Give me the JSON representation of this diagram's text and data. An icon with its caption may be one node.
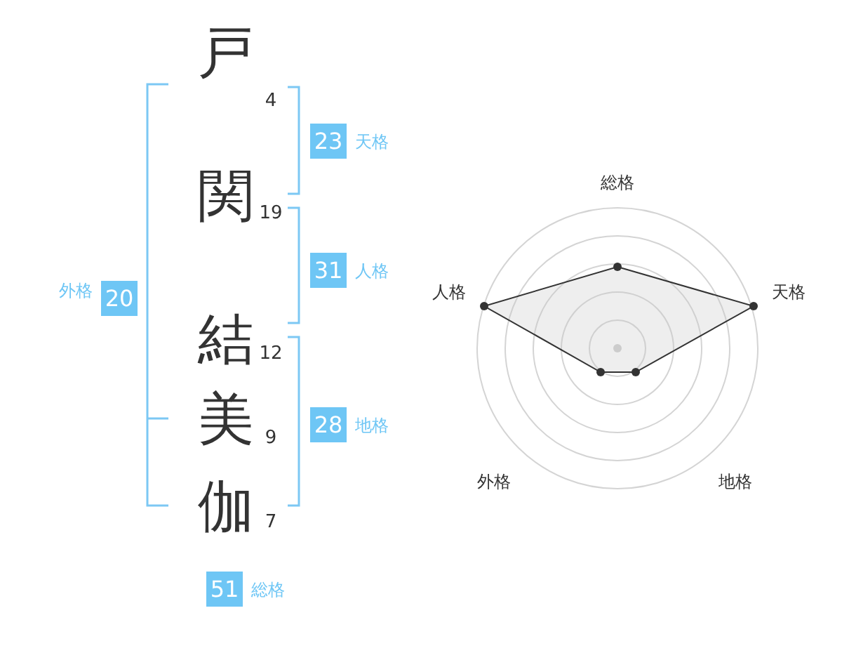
{
  "diagram": {
    "nodes": [
      {
        "text": [
          "23"
        ],
        "beside": [
          "天格"
        ]
      },
      {
        "text": [
          "31"
        ],
        "beside": [
          "人格"
        ]
      },
      {
        "text": [
          "20"
        ],
        "beside": [
          "外格"
        ]
      },
      {
        "text": [
          "28"
        ],
        "beside": [
          "地格"
        ]
      },
      {
        "text": [
          "51"
        ],
        "beside": [
          "総格"
        ]
      }
    ],
    "labels": [
      "戸",
      "4",
      "関",
      "19",
      "結",
      "12",
      "美",
      "9",
      "伽",
      "7",
      "総格",
      "人格",
      "天格",
      "外格",
      "地格"
    ]
  }
}
